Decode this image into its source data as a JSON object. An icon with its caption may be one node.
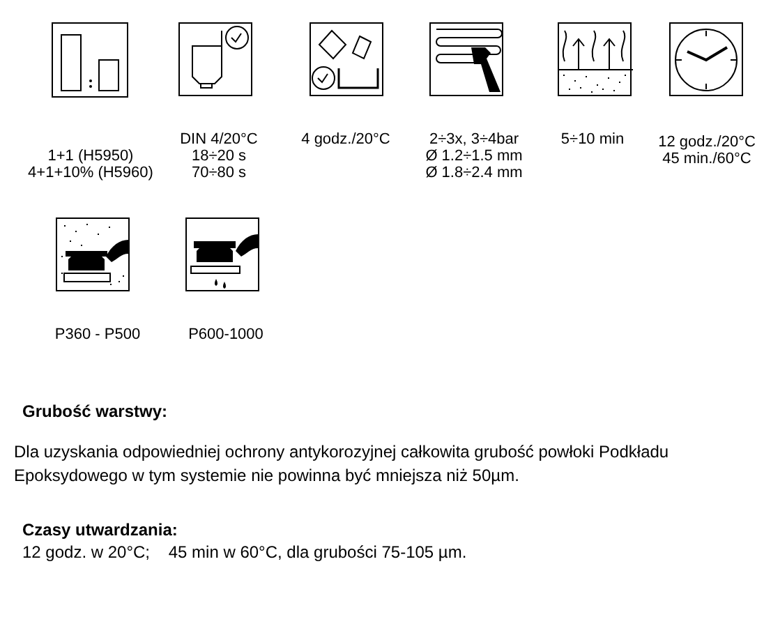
{
  "diagram": {
    "labels": [
      "1+1 (H5950)",
      "4+1+10% (H5960)",
      "DIN 4/20°C",
      "18÷20 s",
      "70÷80 s",
      "4 godz./20°C",
      "2÷3x, 3÷4bar",
      "Ø 1.2÷1.5 mm",
      "Ø 1.8÷2.4 mm",
      "5÷10 min",
      "12 godz./20°C",
      "45 min./60°C",
      "P360 - P500",
      "P600-1000",
      "Grubość warstwy:",
      "Dla uzyskania odpowiedniej ochrony antykorozyjnej całkowita grubość powłoki Podkładu Epoksydowego w tym systemie nie powinna być mniejsza niż 50µm.",
      "Czasy utwardzania:",
      "12 godz. w 20°C;    45 min w 60°C, dla grubości 75-105 µm."
    ]
  }
}
